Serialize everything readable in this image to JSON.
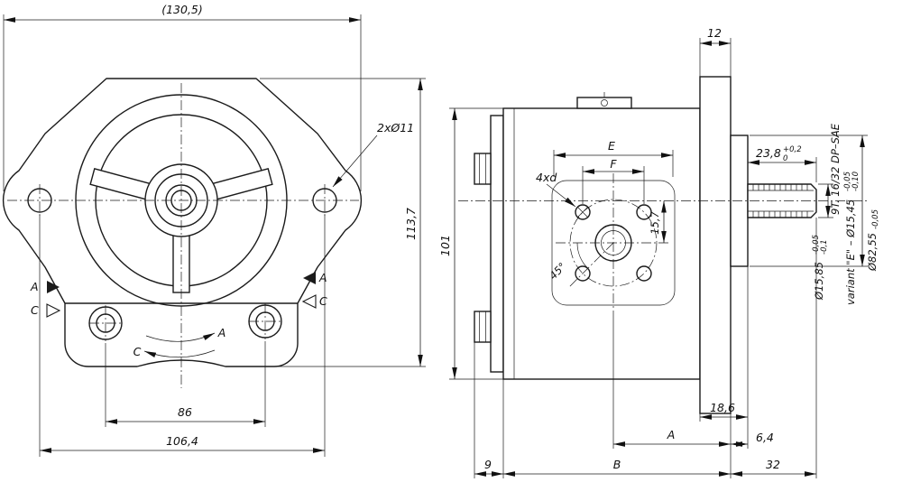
{
  "front_view": {
    "dim_overall_width": "(130,5)",
    "hole_callout": "2xØ11",
    "dim_height": "113,7",
    "dim_port_spacing": "86",
    "dim_mount_spacing": "106,4",
    "section_marker_a": "A",
    "section_marker_c": "C",
    "rotation_a": "A",
    "rotation_c": "C"
  },
  "side_view": {
    "dim_flange_thickness": "12",
    "dim_body_height": "101",
    "dim_e": "E",
    "dim_f": "F",
    "hole_callout": "4xd",
    "dim_port_offset": "15,7",
    "dim_angle": "45°",
    "dim_spline_length": "23,8",
    "spline_length_tol_upper": "+0,2",
    "spline_length_tol_lower": "0",
    "spline_spec": "9T. 16/32 DP–SAE",
    "shaft_dia": "Ø15,85",
    "shaft_dia_tol_upper": "-0,05",
    "shaft_dia_tol_lower": "-0,1",
    "variant_label": "variant \"E\" – Ø15,45",
    "variant_tol_upper": "-0,05",
    "variant_tol_lower": "-0,10",
    "pilot_dia": "Ø82,55",
    "pilot_dia_tol": "-0,05",
    "dim_pilot_total": "18,6",
    "dim_a": "A",
    "dim_pilot_depth": "6,4",
    "dim_rear": "9",
    "dim_b": "B",
    "dim_shaft_protrusion": "32"
  }
}
